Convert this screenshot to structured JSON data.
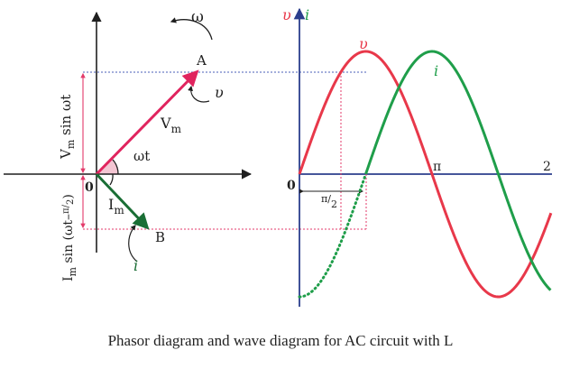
{
  "phasor": {
    "origin_label": "0",
    "omega_label": "ω",
    "omega_t_label": "ωt",
    "point_a_label": "A",
    "point_b_label": "B",
    "v_label": "υ",
    "i_label": "i",
    "vm_label": "V",
    "vm_sub": "m",
    "im_label": "I",
    "im_sub": "m",
    "v_projection_label": "V",
    "v_projection_sub": "m",
    "v_projection_func": " sin ωt",
    "i_projection_label": "I",
    "i_projection_sub": "m",
    "i_projection_func": " sin (ωt–",
    "i_projection_num": "π",
    "i_projection_den": "2",
    "i_projection_close": ")"
  },
  "wave": {
    "axis_v_label": "υ",
    "axis_i_label": "i",
    "origin_label": "0",
    "pi_label": "π",
    "two_pi_label": "2",
    "curve_v_label": "υ",
    "curve_i_label": "i",
    "shift_num": "π",
    "shift_den": "2"
  },
  "colors": {
    "voltage": "#e8384a",
    "current": "#1f9e4a",
    "axis": "#1f1f1f",
    "wave_axis": "#2b3e8c",
    "phasor_v": "#e0245e",
    "phasor_i": "#1a6e35",
    "guide": "#e33a6a",
    "dotted_blue": "#4a5fb8",
    "angle_fill": "#f3c6d3"
  },
  "caption": "Phasor diagram and wave diagram for AC circuit with L"
}
